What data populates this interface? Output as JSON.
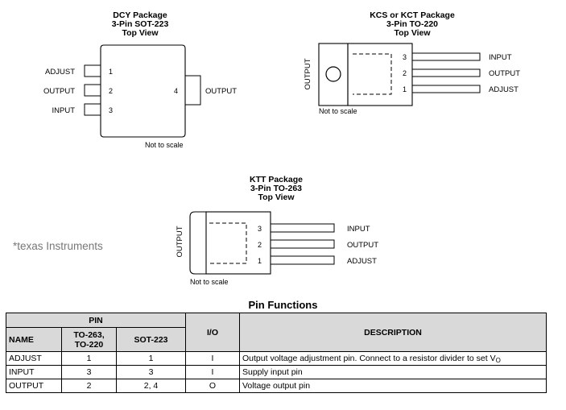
{
  "dcy": {
    "title1": "DCY Package",
    "title2": "3-Pin SOT-223",
    "title3": "Top View",
    "pins": [
      {
        "name": "ADJUST",
        "num": "1"
      },
      {
        "name": "OUTPUT",
        "num": "2"
      },
      {
        "name": "INPUT",
        "num": "3"
      }
    ],
    "tab_num": "4",
    "tab_name": "OUTPUT",
    "note": "Not to scale"
  },
  "kcs": {
    "title1": "KCS or KCT Package",
    "title2": "3-Pin TO-220",
    "title3": "Top View",
    "tab_label": "OUTPUT",
    "pins": [
      {
        "num": "3",
        "name": "INPUT"
      },
      {
        "num": "2",
        "name": "OUTPUT"
      },
      {
        "num": "1",
        "name": "ADJUST"
      }
    ],
    "note": "Not to scale"
  },
  "ktt": {
    "title1": "KTT Package",
    "title2": "3-Pin TO-263",
    "title3": "Top View",
    "tab_label": "OUTPUT",
    "pins": [
      {
        "num": "3",
        "name": "INPUT"
      },
      {
        "num": "2",
        "name": "OUTPUT"
      },
      {
        "num": "1",
        "name": "ADJUST"
      }
    ],
    "note": "Not to scale"
  },
  "watermark": "*texas Instruments",
  "table": {
    "title": "Pin Functions",
    "header_pin": "PIN",
    "header_name": "NAME",
    "header_to": "TO-263,\nTO-220",
    "header_sot": "SOT-223",
    "header_io": "I/O",
    "header_desc": "DESCRIPTION",
    "rows": [
      {
        "name": "ADJUST",
        "to": "1",
        "sot": "1",
        "io": "I",
        "desc": "Output voltage adjustment pin. Connect to a resistor divider to set V",
        "desc_sub": "O"
      },
      {
        "name": "INPUT",
        "to": "3",
        "sot": "3",
        "io": "I",
        "desc": "Supply input pin",
        "desc_sub": ""
      },
      {
        "name": "OUTPUT",
        "to": "2",
        "sot": "2, 4",
        "io": "O",
        "desc": "Voltage output pin",
        "desc_sub": ""
      }
    ]
  }
}
